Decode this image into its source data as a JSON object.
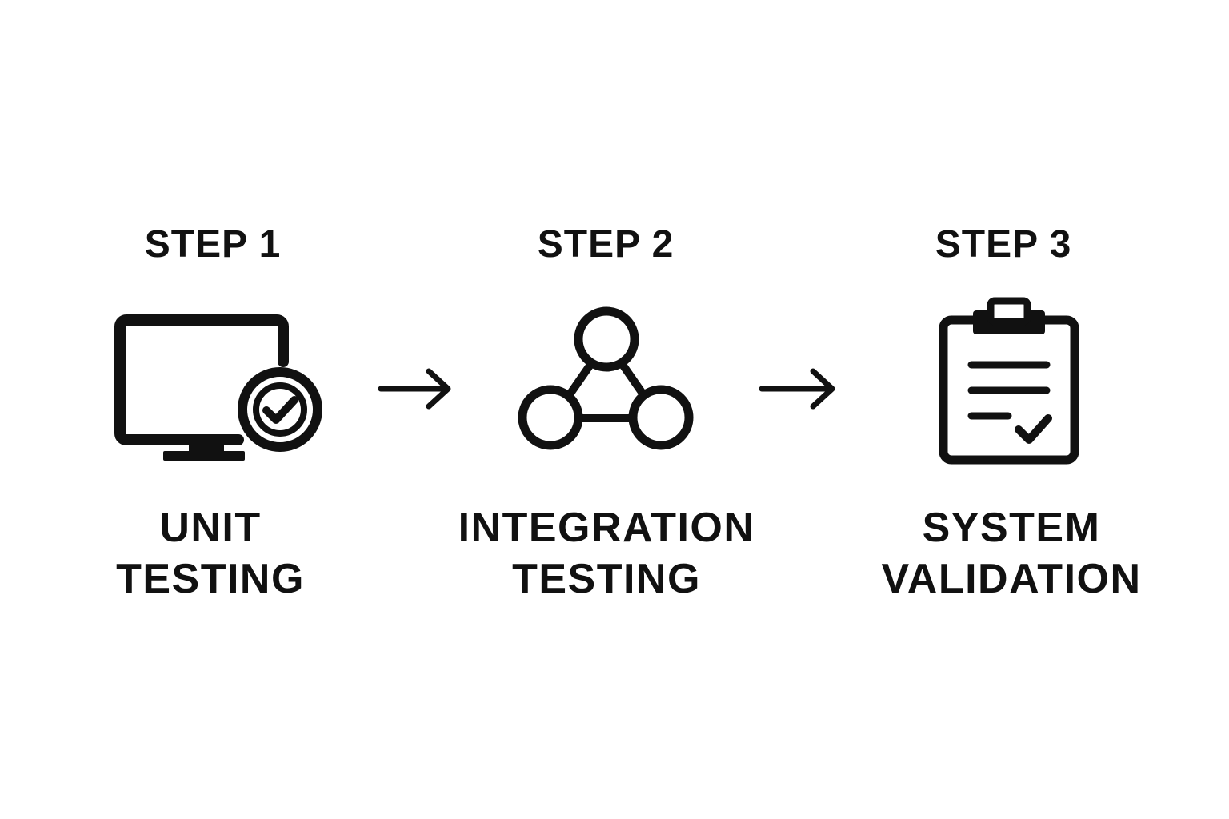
{
  "steps": [
    {
      "heading": "STEP 1",
      "label_line1": "UNIT",
      "label_line2": "TESTING",
      "icon": "monitor-check-icon"
    },
    {
      "heading": "STEP 2",
      "label_line1": "INTEGRATION",
      "label_line2": "TESTING",
      "icon": "network-nodes-icon"
    },
    {
      "heading": "STEP 3",
      "label_line1": "SYSTEM",
      "label_line2": "VALIDATION",
      "icon": "clipboard-check-icon"
    }
  ],
  "connectors": [
    {
      "icon": "arrow-right-icon"
    },
    {
      "icon": "arrow-right-icon"
    }
  ],
  "colors": {
    "foreground": "#111111",
    "background": "#ffffff"
  }
}
